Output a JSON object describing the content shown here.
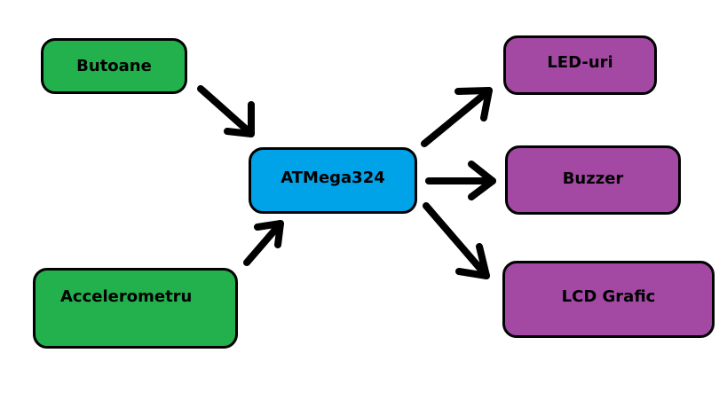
{
  "colors": {
    "input": "#22b14c",
    "cpu": "#00a2e8",
    "output": "#a349a4",
    "stroke": "#000000"
  },
  "inputs": {
    "butoane": "Butoane",
    "accelerometru": "Accelerometru"
  },
  "processor": {
    "label": "ATMega324"
  },
  "outputs": {
    "leduri": "LED-uri",
    "buzzer": "Buzzer",
    "lcd": "LCD Grafic"
  }
}
